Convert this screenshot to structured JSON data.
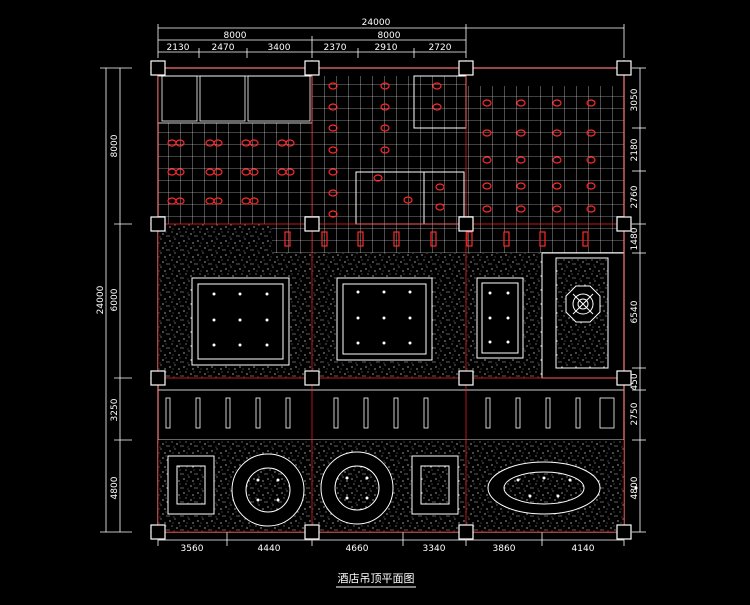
{
  "drawing": {
    "title": "酒店吊顶平面图",
    "colors": {
      "background": "#000000",
      "lines": "#ffffff",
      "axis": "#ff2020",
      "fixtures": "#ff2a2a",
      "column": "#ffffff"
    },
    "dims_top": {
      "overall": "24000",
      "half_left": "8000",
      "half_right": "8000",
      "segments": [
        "2130",
        "2470",
        "3400",
        "2370",
        "2910",
        "2720"
      ]
    },
    "dims_bottom": {
      "segments": [
        "3560",
        "4440",
        "4660",
        "3340",
        "3860",
        "4140"
      ]
    },
    "dims_left": {
      "overall": "24000",
      "upper": "8000",
      "middle": "6000",
      "lower_a": "3250",
      "lower_b": "4800"
    },
    "dims_right": {
      "segments": [
        "3050",
        "2180",
        "2760",
        "1480",
        "6540",
        "450",
        "2750",
        "4800"
      ]
    }
  }
}
